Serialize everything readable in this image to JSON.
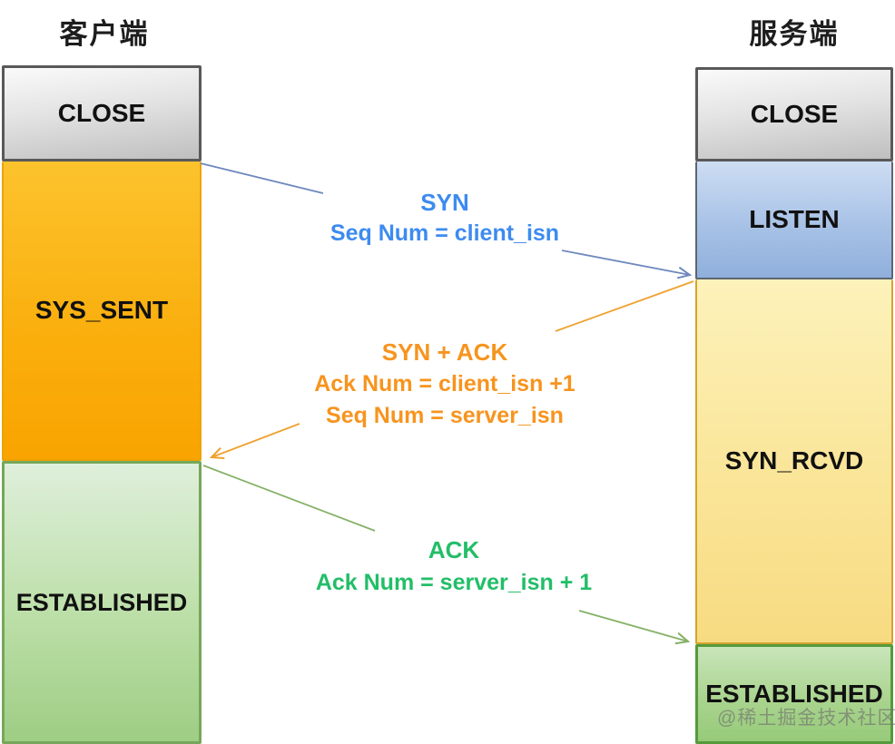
{
  "titles": {
    "client": "客户端",
    "server": "服务端"
  },
  "client_states": [
    {
      "id": "close",
      "label": "CLOSE"
    },
    {
      "id": "sys_sent",
      "label": "SYS_SENT"
    },
    {
      "id": "established",
      "label": "ESTABLISHED"
    }
  ],
  "server_states": [
    {
      "id": "close",
      "label": "CLOSE"
    },
    {
      "id": "listen",
      "label": "LISTEN"
    },
    {
      "id": "syn_rcvd",
      "label": "SYN_RCVD"
    },
    {
      "id": "established",
      "label": "ESTABLISHED"
    }
  ],
  "messages": {
    "syn": {
      "line1": "SYN",
      "line2": "Seq Num = client_isn",
      "direction": "client → server",
      "color": "#3d8bf0"
    },
    "syn_ack": {
      "line1": "SYN + ACK",
      "line2": "Ack Num =  client_isn +1",
      "line3": "Seq Num = server_isn",
      "direction": "server → client",
      "color": "#f7941e"
    },
    "ack": {
      "line1": "ACK",
      "line2": "Ack Num = server_isn + 1",
      "direction": "client → server",
      "color": "#22be68"
    }
  },
  "watermark": "@稀土掘金技术社区",
  "colors": {
    "close_fill": "#d9d9d9",
    "sys_sent_fill": "#fbb117",
    "listen_fill": "#a8c2e6",
    "syn_rcvd_fill": "#fae598",
    "established_client_fill": "#bcdfa8",
    "established_server_fill": "#aad48f",
    "syn_arrow": "#6f88be",
    "syn_ack_arrow": "#efa12f",
    "ack_arrow": "#85b166"
  }
}
